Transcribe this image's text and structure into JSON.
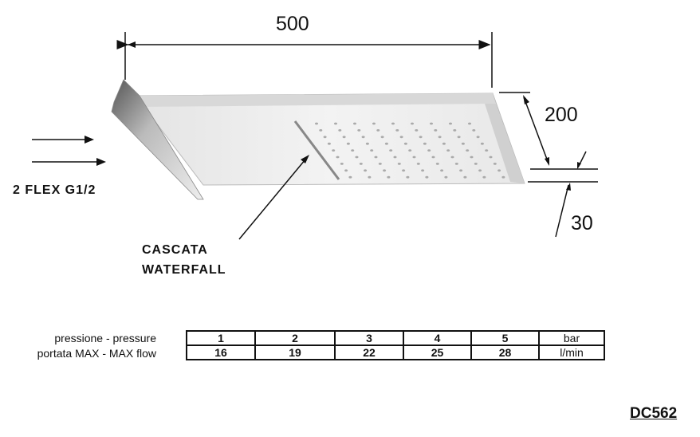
{
  "dimensions": {
    "width": "500",
    "depth": "200",
    "thickness": "30"
  },
  "labels": {
    "inlet": "2  FLEX  G1/2",
    "cascade_line1": "CASCATA",
    "cascade_line2": "WATERFALL"
  },
  "table": {
    "row_labels": [
      "pressione - pressure",
      "portata MAX - MAX flow"
    ],
    "rows": [
      {
        "values": [
          "1",
          "2",
          "3",
          "4",
          "5"
        ],
        "unit": "bar"
      },
      {
        "values": [
          "16",
          "19",
          "22",
          "25",
          "28"
        ],
        "unit": "l/min"
      }
    ]
  },
  "product_code": "DC562"
}
